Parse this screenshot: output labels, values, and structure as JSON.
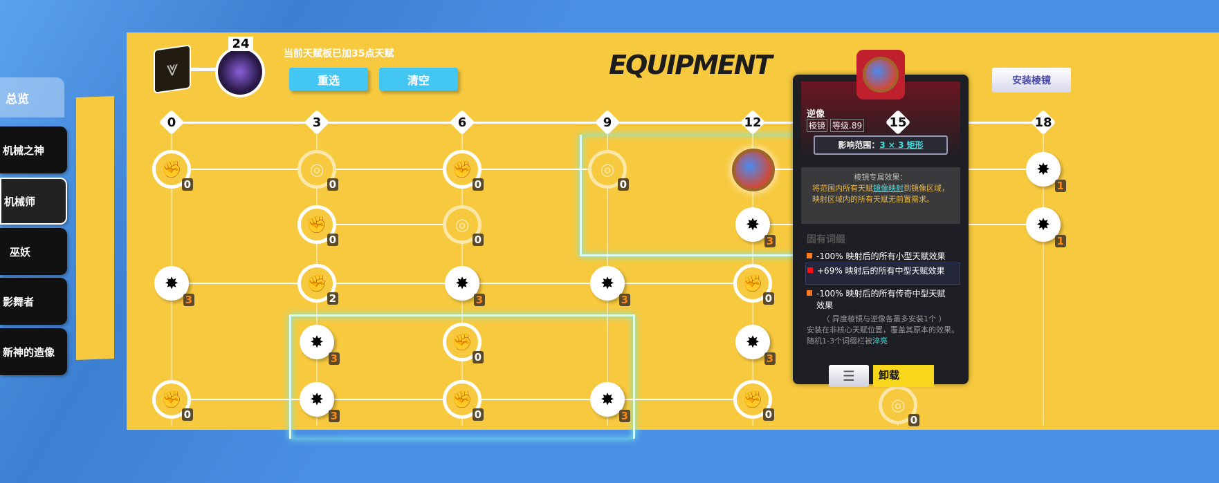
{
  "sidebar": {
    "overview": "总览",
    "items": [
      {
        "label": "机械之神"
      },
      {
        "label": "机械师"
      },
      {
        "label": "巫妖"
      },
      {
        "label": "影舞者"
      },
      {
        "label": "新神的造像"
      }
    ]
  },
  "header": {
    "level": "24",
    "status": "当前天赋板已加35点天赋",
    "reselect": "重选",
    "clear": "清空",
    "install": "安装棱镜",
    "watermark": "EQUIPMENT"
  },
  "columns": [
    "0",
    "3",
    "6",
    "9",
    "12",
    "15",
    "18"
  ],
  "nodes": [
    {
      "c": 0,
      "r": 0,
      "t": "out",
      "n": "0"
    },
    {
      "c": 1,
      "r": 0,
      "t": "faded",
      "n": "0"
    },
    {
      "c": 2,
      "r": 0,
      "t": "out",
      "n": "0"
    },
    {
      "c": 3,
      "r": 0,
      "t": "faded",
      "n": "0"
    },
    {
      "c": 6,
      "r": 0,
      "t": "blk",
      "n": "1",
      "or": true
    },
    {
      "c": 1,
      "r": 1,
      "t": "out",
      "n": "0"
    },
    {
      "c": 2,
      "r": 1,
      "t": "faded",
      "n": "0"
    },
    {
      "c": 4,
      "r": 1,
      "t": "blk",
      "n": "3",
      "or": true
    },
    {
      "c": 6,
      "r": 1,
      "t": "blk",
      "n": "1",
      "or": true
    },
    {
      "c": 0,
      "r": 2,
      "t": "blk",
      "n": "3",
      "or": true
    },
    {
      "c": 1,
      "r": 2,
      "t": "out",
      "n": "2"
    },
    {
      "c": 2,
      "r": 2,
      "t": "blk",
      "n": "3",
      "or": true
    },
    {
      "c": 3,
      "r": 2,
      "t": "blk",
      "n": "3",
      "or": true
    },
    {
      "c": 4,
      "r": 2,
      "t": "out",
      "n": "0"
    },
    {
      "c": 1,
      "r": 3,
      "t": "blk",
      "n": "3",
      "or": true
    },
    {
      "c": 2,
      "r": 3,
      "t": "out",
      "n": "0"
    },
    {
      "c": 4,
      "r": 3,
      "t": "blk",
      "n": "3",
      "or": true
    },
    {
      "c": 0,
      "r": 4,
      "t": "out",
      "n": "0"
    },
    {
      "c": 1,
      "r": 4,
      "t": "blk",
      "n": "3",
      "or": true
    },
    {
      "c": 2,
      "r": 4,
      "t": "out",
      "n": "0"
    },
    {
      "c": 3,
      "r": 4,
      "t": "blk",
      "n": "3",
      "or": true
    },
    {
      "c": 4,
      "r": 4,
      "t": "out",
      "n": "0"
    },
    {
      "c": 5,
      "r": 4,
      "t": "faded",
      "n": "0"
    }
  ],
  "tooltip": {
    "name": "逆像",
    "tag1": "棱镜",
    "tag2": "等级.89",
    "range_label": "影响范围：",
    "range_value": "3 × 3 矩形",
    "exclusive_title": "棱镜专属效果：",
    "exclusive_pre": "将范围内所有天赋",
    "exclusive_link": "镜像映射",
    "exclusive_post": "到镜像区域，映射区域内的所有天赋无前置需求。",
    "affix_title": "固有词缀",
    "affixes": [
      {
        "text": "-100% 映射后的所有小型天赋效果",
        "color": "#ff7a1c"
      },
      {
        "text": "+69% 映射后的所有中型天赋效果",
        "color": "#ff1010"
      },
      {
        "text": "-100% 映射后的所有传奇中型天赋效果",
        "color": "#ff7a1c"
      }
    ],
    "note1": "（ 异度棱镜与逆像各最多安装1个 ）",
    "note2": "安装在非核心天赋位置，覆盖其原本的效果。",
    "note3_pre": "随机1-3个词缀栏被",
    "note3_link": "淬亮",
    "uninstall": "卸载"
  }
}
